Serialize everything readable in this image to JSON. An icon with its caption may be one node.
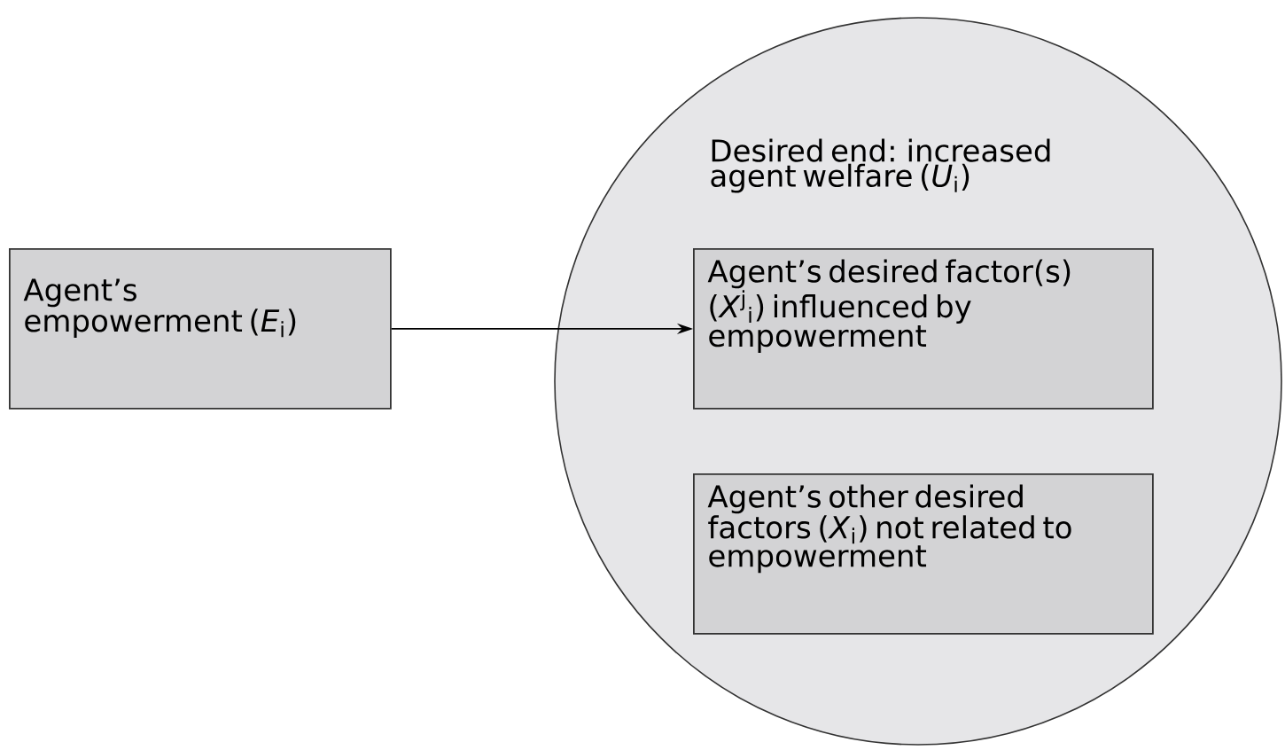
{
  "diagram": {
    "nodes": [
      {
        "text": [
          "Agent’s empowerment (*E*$_{i}$)"
        ]
      },
      {
        "text": [
          "Desired end: increased agent welfare (*U*$_{i}$)"
        ]
      },
      {
        "text": [
          "Agent’s desired factor(s) (*X*$^{j}$$_{i}$) influenced by empowerment"
        ],
        "in": 1
      },
      {
        "text": [
          "Agent’s other desired factors (*X*$_{i}$) not related to empowerment"
        ],
        "in": 1
      }
    ],
    "edges": [
      {
        "from": 0,
        "to": 2,
        "arrow": "to"
      }
    ]
  }
}
